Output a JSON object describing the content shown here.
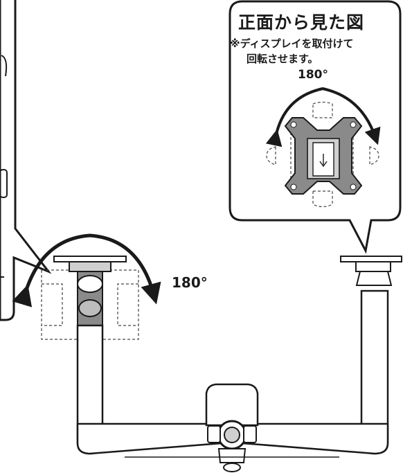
{
  "callout": {
    "title": "正面から見た図",
    "note_line1": "※ディスプレイを取付けて",
    "note_line2": "回転させます。",
    "rotation_label": "180°"
  },
  "side_view": {
    "rotation_label": "180°"
  },
  "colors": {
    "line": "#1a1a1a",
    "plate_fill": "#8a8a8a",
    "bracket_fill": "#d0d0d0",
    "arm_fill": "#ffffff",
    "dashed": "#444444"
  }
}
